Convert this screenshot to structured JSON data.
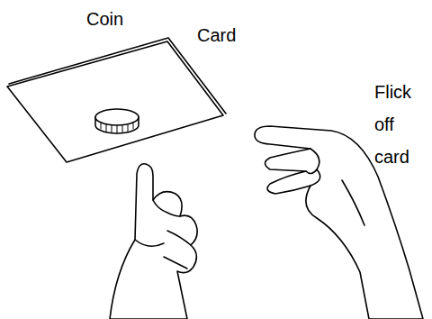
{
  "diagram": {
    "labels": [
      "Coin",
      "Card",
      "Flick off card"
    ]
  }
}
